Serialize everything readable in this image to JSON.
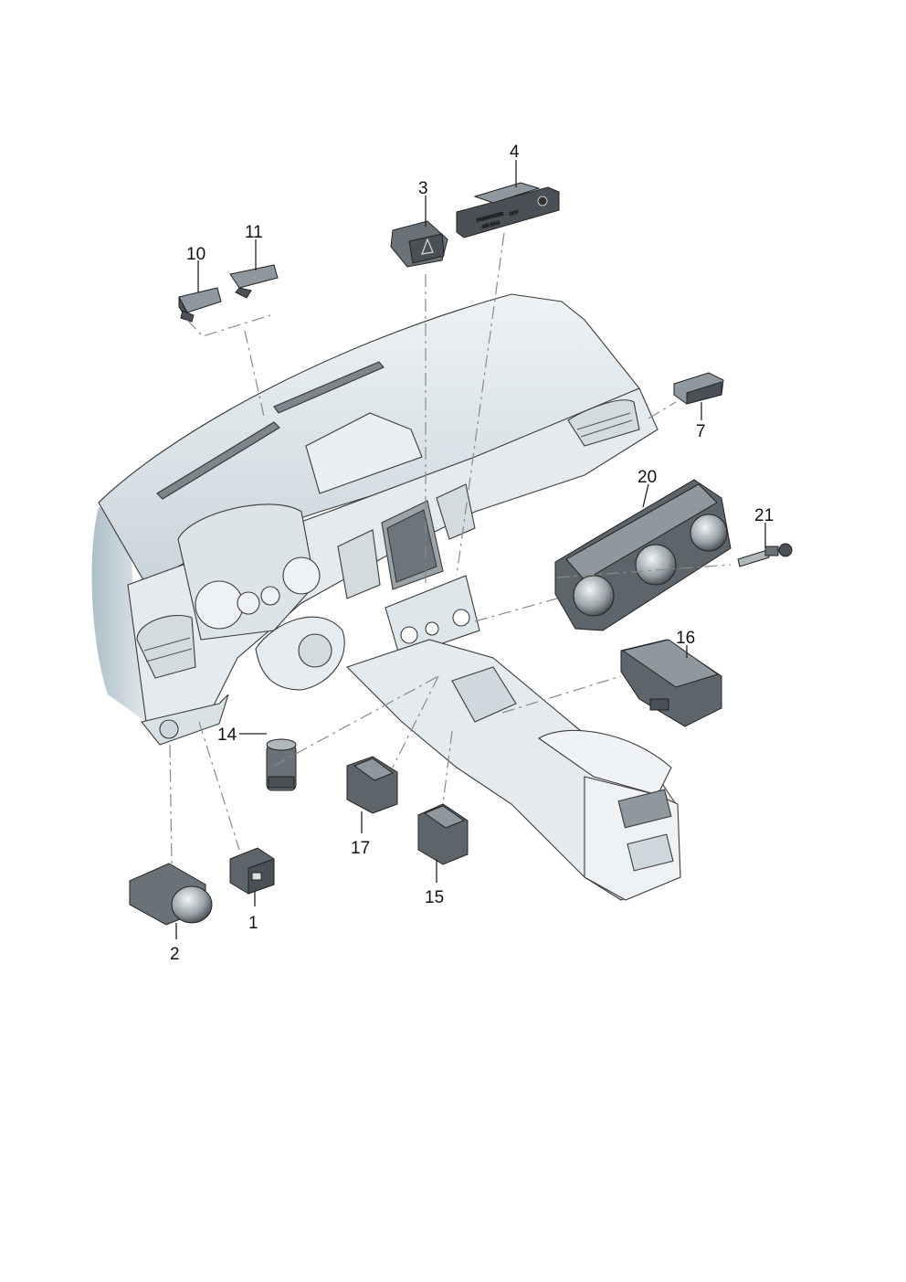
{
  "callouts": {
    "c1": "1",
    "c2": "2",
    "c3": "3",
    "c4": "4",
    "c7": "7",
    "c10": "10",
    "c11": "11",
    "c14": "14",
    "c15": "15",
    "c16": "16",
    "c17": "17",
    "c20": "20",
    "c21": "21"
  },
  "airbag_panel": {
    "line1": "PASSENGER",
    "line2": "AIR BAG",
    "off": "OFF"
  },
  "colors": {
    "dashboard_fill": "#dfe6ea",
    "dashboard_shade": "#b8c7cf",
    "part_dark": "#4a5055",
    "part_mid": "#8f989e",
    "line": "#222222"
  }
}
